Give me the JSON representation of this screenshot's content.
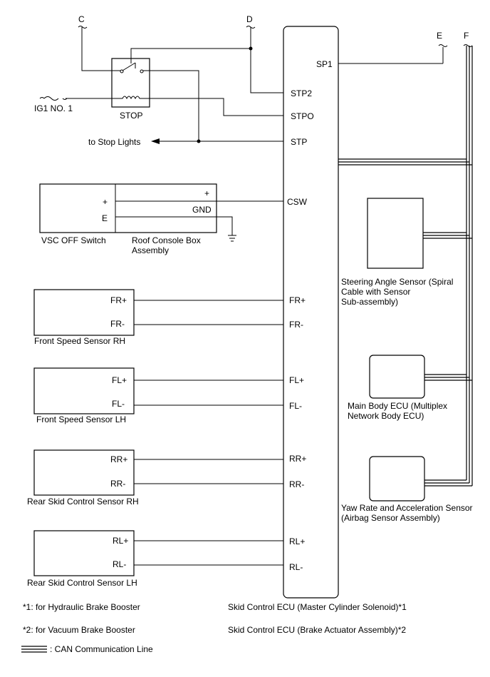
{
  "connectors": {
    "c": "C",
    "d": "D",
    "e": "E",
    "f": "F"
  },
  "ig1": "IG1 NO. 1",
  "relay": "STOP",
  "stop_lights": "to Stop Lights",
  "vsc": {
    "switch": "VSC OFF Switch",
    "roof_line1": "Roof Console Box",
    "roof_line2": "Assembly",
    "plus_left": "+",
    "e_left": "E",
    "plus_right": "+",
    "gnd": "GND"
  },
  "sensors": {
    "fr": {
      "name": "Front Speed Sensor RH",
      "p": "FR+",
      "m": "FR-"
    },
    "fl": {
      "name": "Front Speed Sensor LH",
      "p": "FL+",
      "m": "FL-"
    },
    "rr": {
      "name": "Rear Skid Control Sensor RH",
      "p": "RR+",
      "m": "RR-"
    },
    "rl": {
      "name": "Rear Skid Control Sensor LH",
      "p": "RL+",
      "m": "RL-"
    }
  },
  "ecu_pins": {
    "sp1": "SP1",
    "stp2": "STP2",
    "stpo": "STPO",
    "stp": "STP",
    "csw": "CSW",
    "frp": "FR+",
    "frm": "FR-",
    "flp": "FL+",
    "flm": "FL-",
    "rrp": "RR+",
    "rrm": "RR-",
    "rlp": "RL+",
    "rlm": "RL-"
  },
  "modules": {
    "steering": [
      "Steering Angle Sensor (Spiral",
      "Cable with Sensor",
      "Sub-assembly)"
    ],
    "body": [
      "Main Body ECU (Multiplex",
      "Network Body ECU)"
    ],
    "yaw": [
      "Yaw Rate and Acceleration Sensor",
      "(Airbag Sensor Assembly)"
    ]
  },
  "notes": {
    "n1": "*1: for Hydraulic Brake Booster",
    "n2": "*2: for Vacuum Brake Booster",
    "ecu1": "Skid Control ECU (Master Cylinder Solenoid)*1",
    "ecu2": "Skid Control ECU (Brake Actuator Assembly)*2",
    "can": ": CAN Communication Line"
  }
}
